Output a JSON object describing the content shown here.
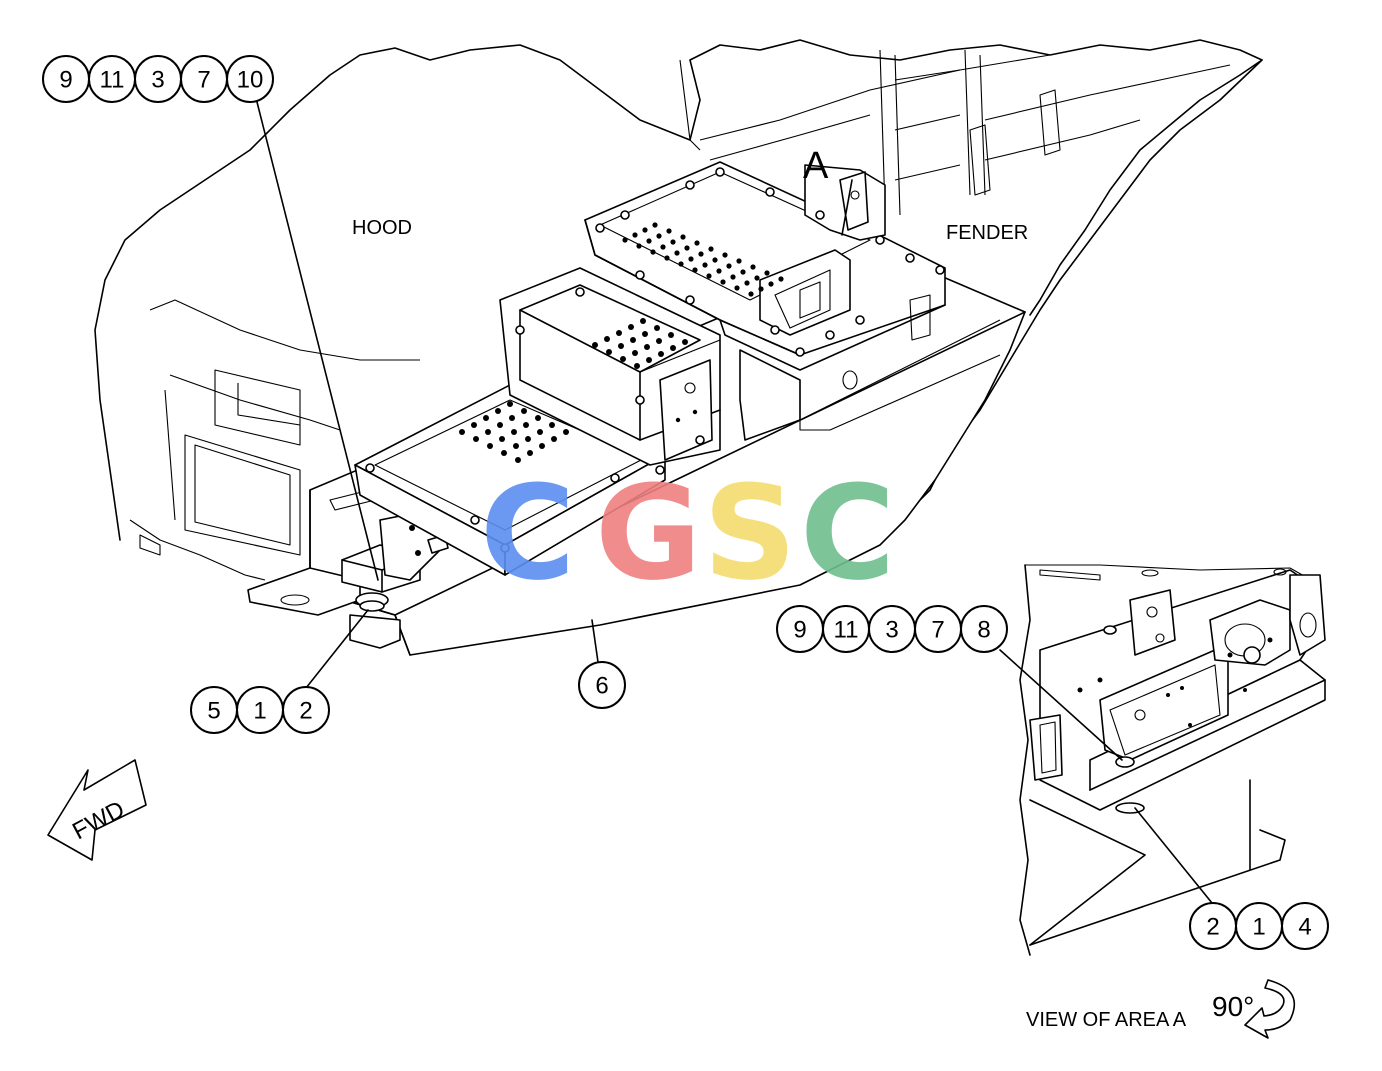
{
  "labels": {
    "hood": "HOOD",
    "fender": "FENDER",
    "area_letter": "A",
    "fwd": "FWD",
    "view_text": "VIEW OF AREA A",
    "rotation": "90°"
  },
  "watermark": {
    "letters": [
      "C",
      "G",
      "S",
      "C"
    ],
    "colors": [
      "#5b8ff0",
      "#f08080",
      "#f5dc6e",
      "#6fbf8f"
    ]
  },
  "callouts": {
    "top_left": [
      "9",
      "11",
      "3",
      "7",
      "10"
    ],
    "mount_left": [
      "5",
      "1",
      "2"
    ],
    "rail": [
      "6"
    ],
    "detail_top": [
      "9",
      "11",
      "3",
      "7",
      "8"
    ],
    "detail_bottom": [
      "2",
      "1",
      "4"
    ]
  }
}
